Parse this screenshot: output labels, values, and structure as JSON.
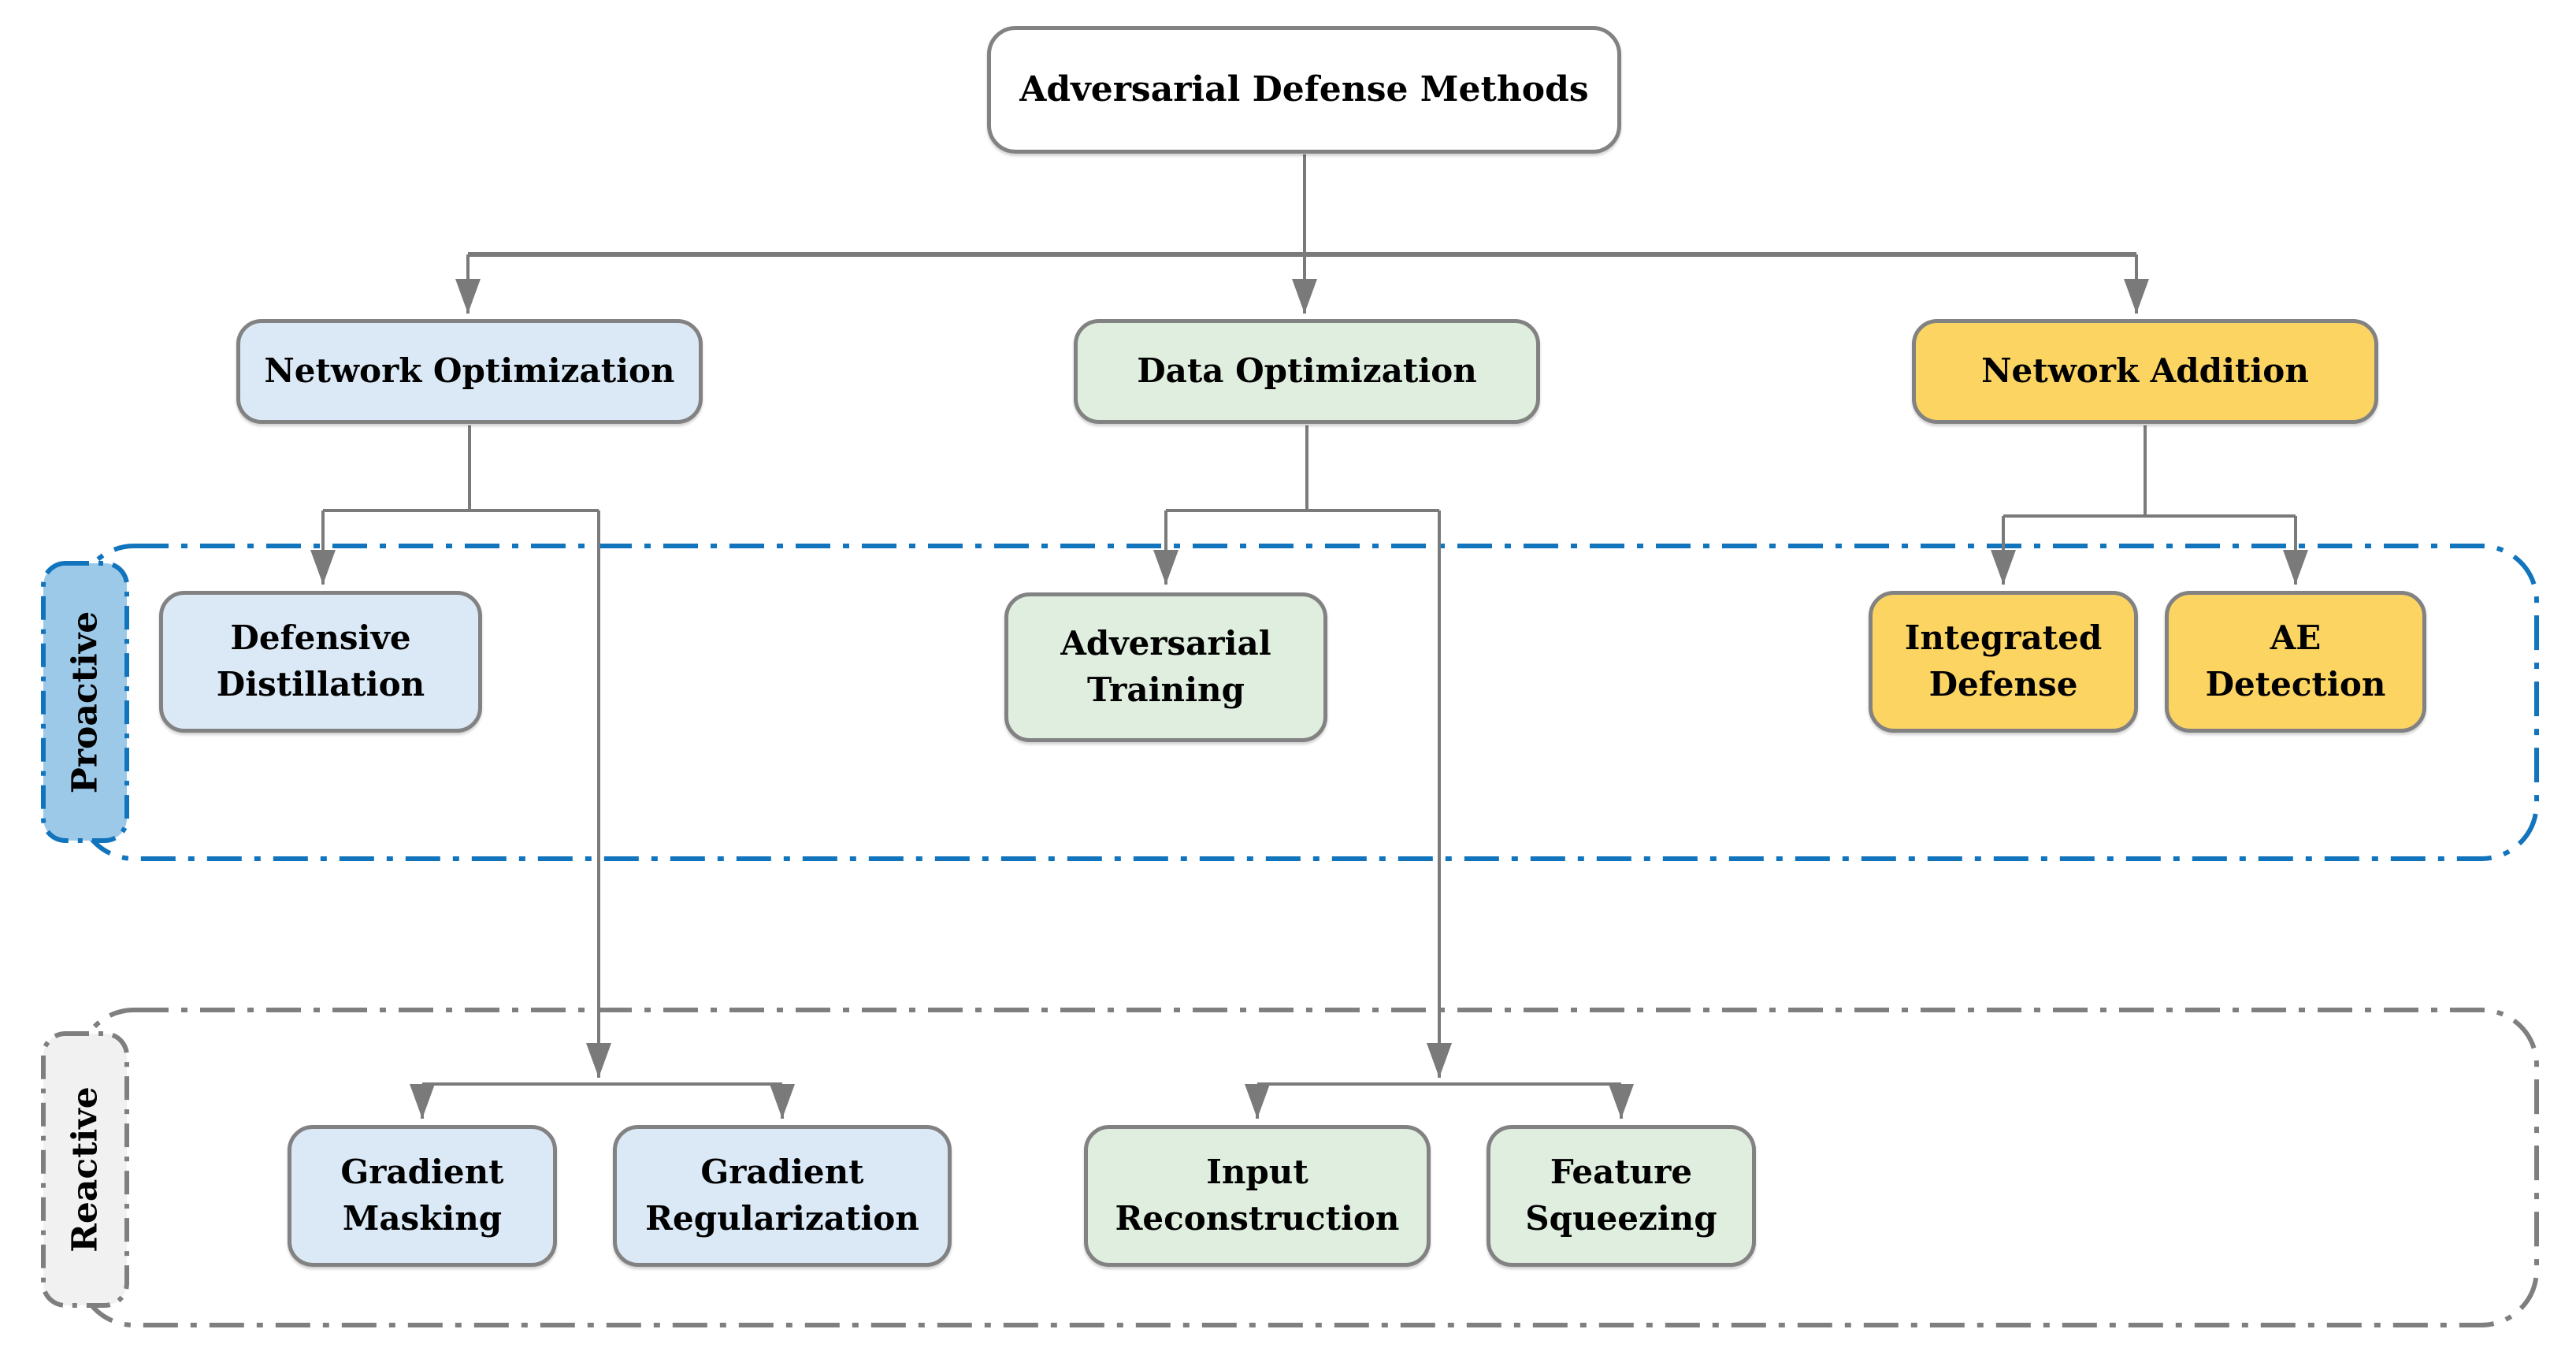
{
  "diagram": {
    "title": "Adversarial Defense Methods"
  },
  "bands": {
    "proactive": {
      "label": "Proactive"
    },
    "reactive": {
      "label": "Reactive"
    }
  },
  "nodes": {
    "network_optimization": {
      "label": "Network Optimization"
    },
    "data_optimization": {
      "label": "Data Optimization"
    },
    "network_addition": {
      "label": "Network Addition"
    },
    "defensive_distillation": {
      "label": "Defensive Distillation"
    },
    "adversarial_training": {
      "label": "Adversarial Training"
    },
    "integrated_defense": {
      "label": "Integrated Defense"
    },
    "ae_detection": {
      "label": "AE Detection"
    },
    "gradient_masking": {
      "label": "Gradient Masking"
    },
    "gradient_regularization": {
      "label": "Gradient Regularization"
    },
    "input_reconstruction": {
      "label": "Input Reconstruction"
    },
    "feature_squeezing": {
      "label": "Feature Squeezing"
    }
  },
  "hierarchy": {
    "root": "Adversarial Defense Methods",
    "children": [
      {
        "label": "Network Optimization",
        "proactive_children": [
          "Defensive Distillation"
        ],
        "reactive_children": [
          "Gradient Masking",
          "Gradient Regularization"
        ]
      },
      {
        "label": "Data Optimization",
        "proactive_children": [
          "Adversarial Training"
        ],
        "reactive_children": [
          "Input Reconstruction",
          "Feature Squeezing"
        ]
      },
      {
        "label": "Network Addition",
        "proactive_children": [
          "Integrated Defense",
          "AE Detection"
        ],
        "reactive_children": []
      }
    ]
  },
  "colors": {
    "blue_fill": "#dbe9f6",
    "green_fill": "#dfeede",
    "yellow_fill": "#fcd462",
    "white_fill": "#ffffff",
    "proactive_label_fill": "#9dc9e8",
    "reactive_label_fill": "#f1f1f1",
    "proactive_border": "#1274bc",
    "reactive_border": "#7f7f7f",
    "connector": "#7a7a7a",
    "node_border": "#828282"
  }
}
